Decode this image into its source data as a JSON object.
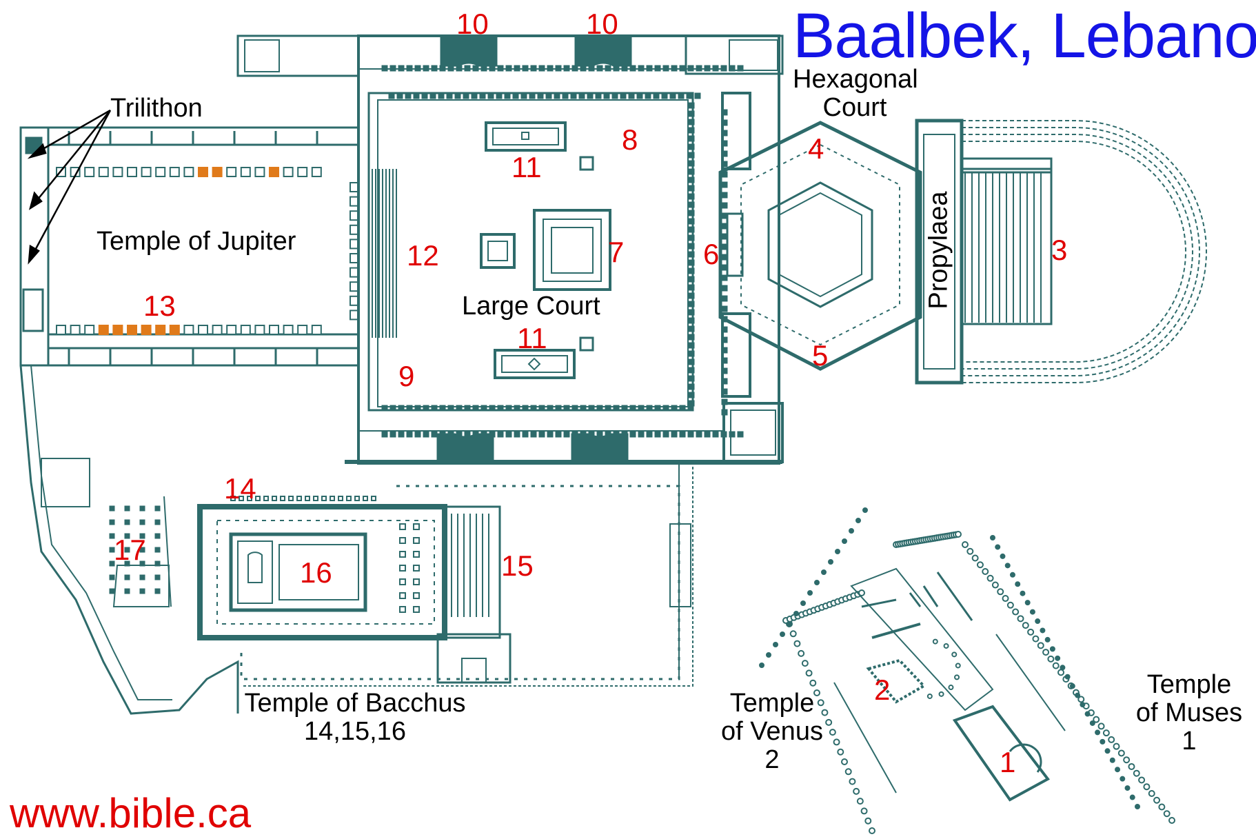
{
  "title": "Baalbek, Lebanon",
  "website": "www.bible.ca",
  "labels": {
    "trilithon": "Trilithon",
    "temple_jupiter": "Temple of Jupiter",
    "large_court": "Large Court",
    "hexagonal_court": [
      "Hexagonal",
      "Court"
    ],
    "propylaea": "Propylaea",
    "temple_bacchus": [
      "Temple of Bacchus",
      "14,15,16"
    ],
    "temple_venus": [
      "Temple",
      "of Venus",
      "2"
    ],
    "temple_muses": [
      "Temple",
      "of Muses",
      "1"
    ]
  },
  "numbers": {
    "n1": "1",
    "n2": "2",
    "n3": "3",
    "n4": "4",
    "n5": "5",
    "n6": "6",
    "n7": "7",
    "n8": "8",
    "n9": "9",
    "n10a": "10",
    "n10b": "10",
    "n11a": "11",
    "n11b": "11",
    "n12": "12",
    "n13": "13",
    "n14": "14",
    "n15": "15",
    "n16": "16",
    "n17": "17"
  },
  "colors": {
    "wall": "#2e6b6b",
    "highlight_column": "#e07a1a",
    "number_text": "#e00000",
    "title_text": "#1414e6"
  }
}
